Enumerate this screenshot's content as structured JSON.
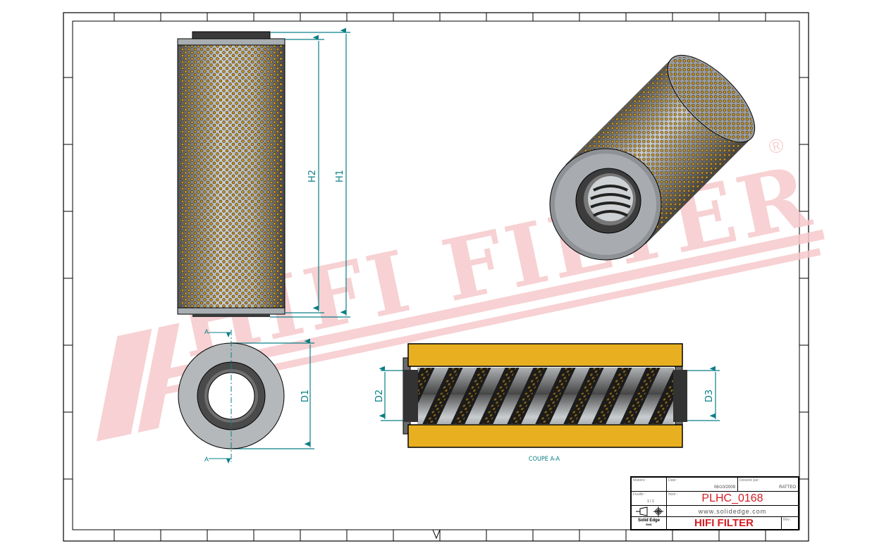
{
  "drawing": {
    "dimensions": {
      "h1": "H1",
      "h2": "H2",
      "d1": "D1",
      "d2": "D2",
      "d3": "D3"
    },
    "section_marker": "A",
    "section_caption": "COUPE A-A",
    "colors": {
      "dimension": "#0a7f86",
      "filter_media": "#e8b020",
      "metal": "#a9aeb2",
      "watermark": "#f6c9cc",
      "title_red": "#d41c22"
    }
  },
  "watermark": {
    "text": "HIFI FILTER",
    "mark": "®"
  },
  "title_block": {
    "date_label": "Date :",
    "date": "06/10/2009",
    "author_label": "Dessiné par :",
    "author": "RATTEO",
    "matter_label": "Matière :",
    "sheet_label": "Feuille :",
    "sheet": "1 / 1",
    "name_label": "Nom :",
    "part_number": "PLHC_0168",
    "website": "www.solidedge.com",
    "software": "Solid Edge",
    "software_sub": "ENS",
    "company": "HIFI FILTER",
    "rev_label": "Rév :"
  }
}
